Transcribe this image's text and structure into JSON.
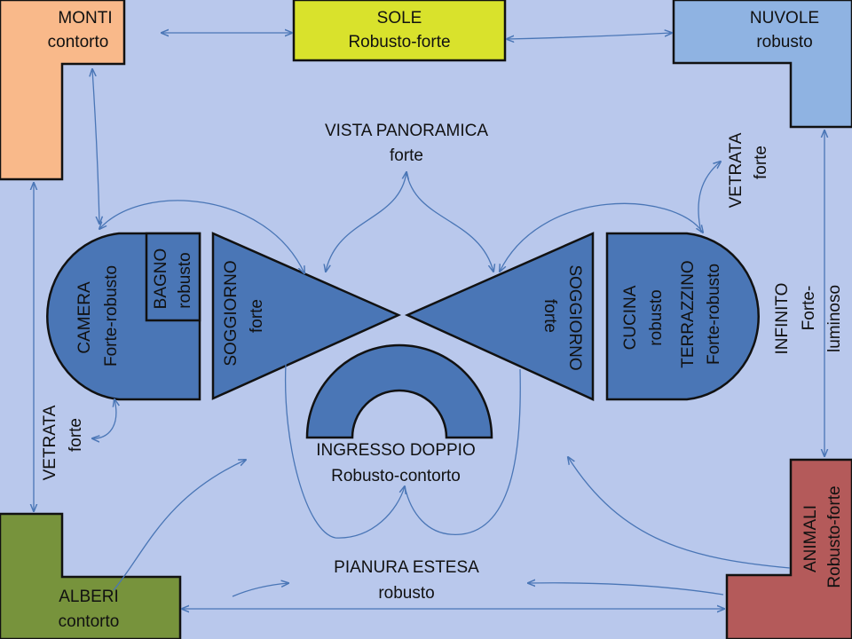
{
  "colors": {
    "background": "#b9c8ec",
    "room_fill": "#4a76b6",
    "monti": "#f9b98a",
    "sole": "#d9e22c",
    "nuvole": "#8fb3e2",
    "alberi": "#77933c",
    "animali": "#b45a5a",
    "connector": "#4a76b6"
  },
  "corners": {
    "monti": {
      "name": "MONTI",
      "quality": "contorto"
    },
    "sole": {
      "name": "SOLE",
      "quality": "Robusto-forte"
    },
    "nuvole": {
      "name": "NUVOLE",
      "quality": "robusto"
    },
    "alberi": {
      "name": "ALBERI",
      "quality": "contorto"
    },
    "animali": {
      "name": "ANIMALI",
      "quality": "Robusto-forte"
    }
  },
  "rooms": {
    "camera": {
      "name": "CAMERA",
      "quality": "Forte-robusto"
    },
    "bagno": {
      "name": "BAGNO",
      "quality": "robusto"
    },
    "soggiorno_left": {
      "name": "SOGGIORNO",
      "quality": "forte"
    },
    "soggiorno_right": {
      "name": "SOGGIORNO",
      "quality": "forte"
    },
    "cucina": {
      "name": "CUCINA",
      "quality": "robusto"
    },
    "terrazzino": {
      "name": "TERRAZZINO",
      "quality": "Forte-robusto"
    },
    "ingresso": {
      "name": "INGRESSO DOPPIO",
      "quality": "Robusto-contorto"
    }
  },
  "views": {
    "vista_panoramica": {
      "name": "VISTA PANORAMICA",
      "quality": "forte"
    },
    "vetrata_top": {
      "name": "VETRATA",
      "quality": "forte"
    },
    "vetrata_left": {
      "name": "VETRATA",
      "quality": "forte"
    },
    "infinito": {
      "name": "INFINITO",
      "quality_line1": "Forte-",
      "quality_line2": "luminoso"
    },
    "pianura": {
      "name": "PIANURA ESTESA",
      "quality": "robusto"
    }
  }
}
